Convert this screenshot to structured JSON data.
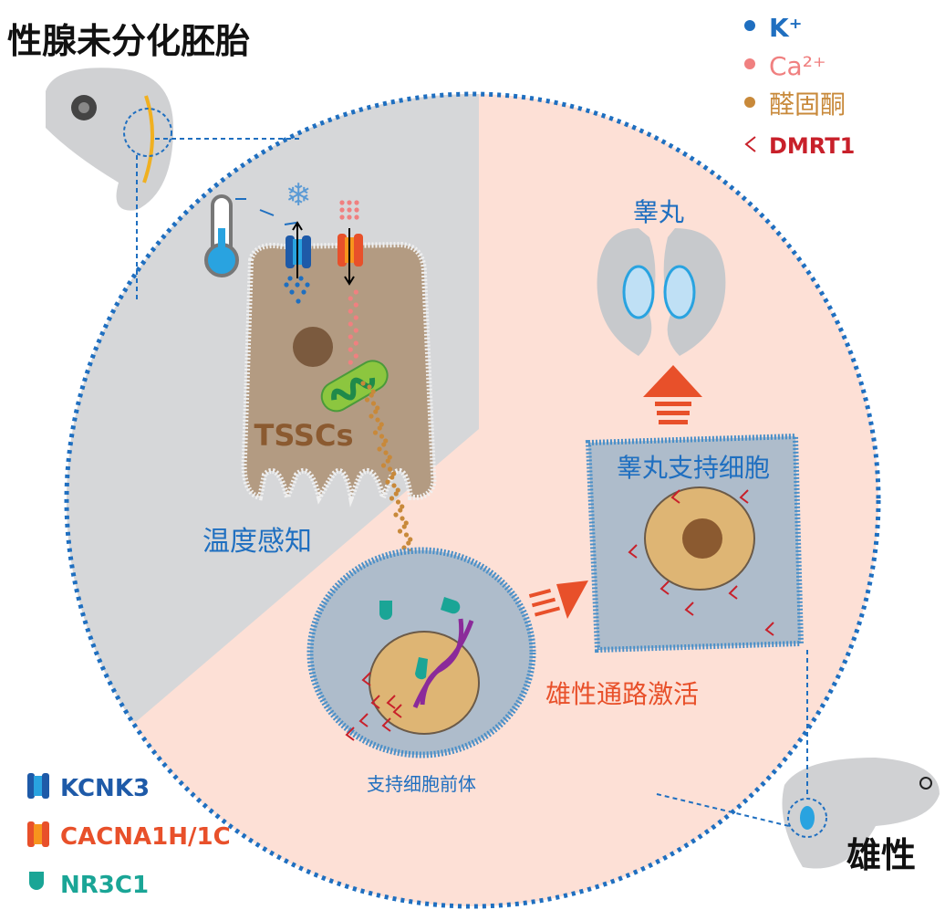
{
  "title": "性腺未分化胚胎",
  "male_label": "雄性",
  "legend_top": [
    {
      "label": "K⁺",
      "color": "#1f6fc0"
    },
    {
      "label": "Ca²⁺",
      "color": "#f08080"
    },
    {
      "label": "醛固酮",
      "color": "#c8893a"
    },
    {
      "label": "DMRT1",
      "color": "#c8202a"
    }
  ],
  "legend_bottom": [
    {
      "label": "KCNK3",
      "color": "#1e5aa8"
    },
    {
      "label": "CACNA1H/1C",
      "color": "#e8502a"
    },
    {
      "label": "NR3C1",
      "color": "#1aa596"
    }
  ],
  "labels": {
    "tsscs": "TSSCs",
    "temperature_sensing": "温度感知",
    "testis": "睾丸",
    "sertoli_cell": "睾丸支持细胞",
    "precursor": "支持细胞前体",
    "male_pathway": "雄性通路激活"
  }
}
